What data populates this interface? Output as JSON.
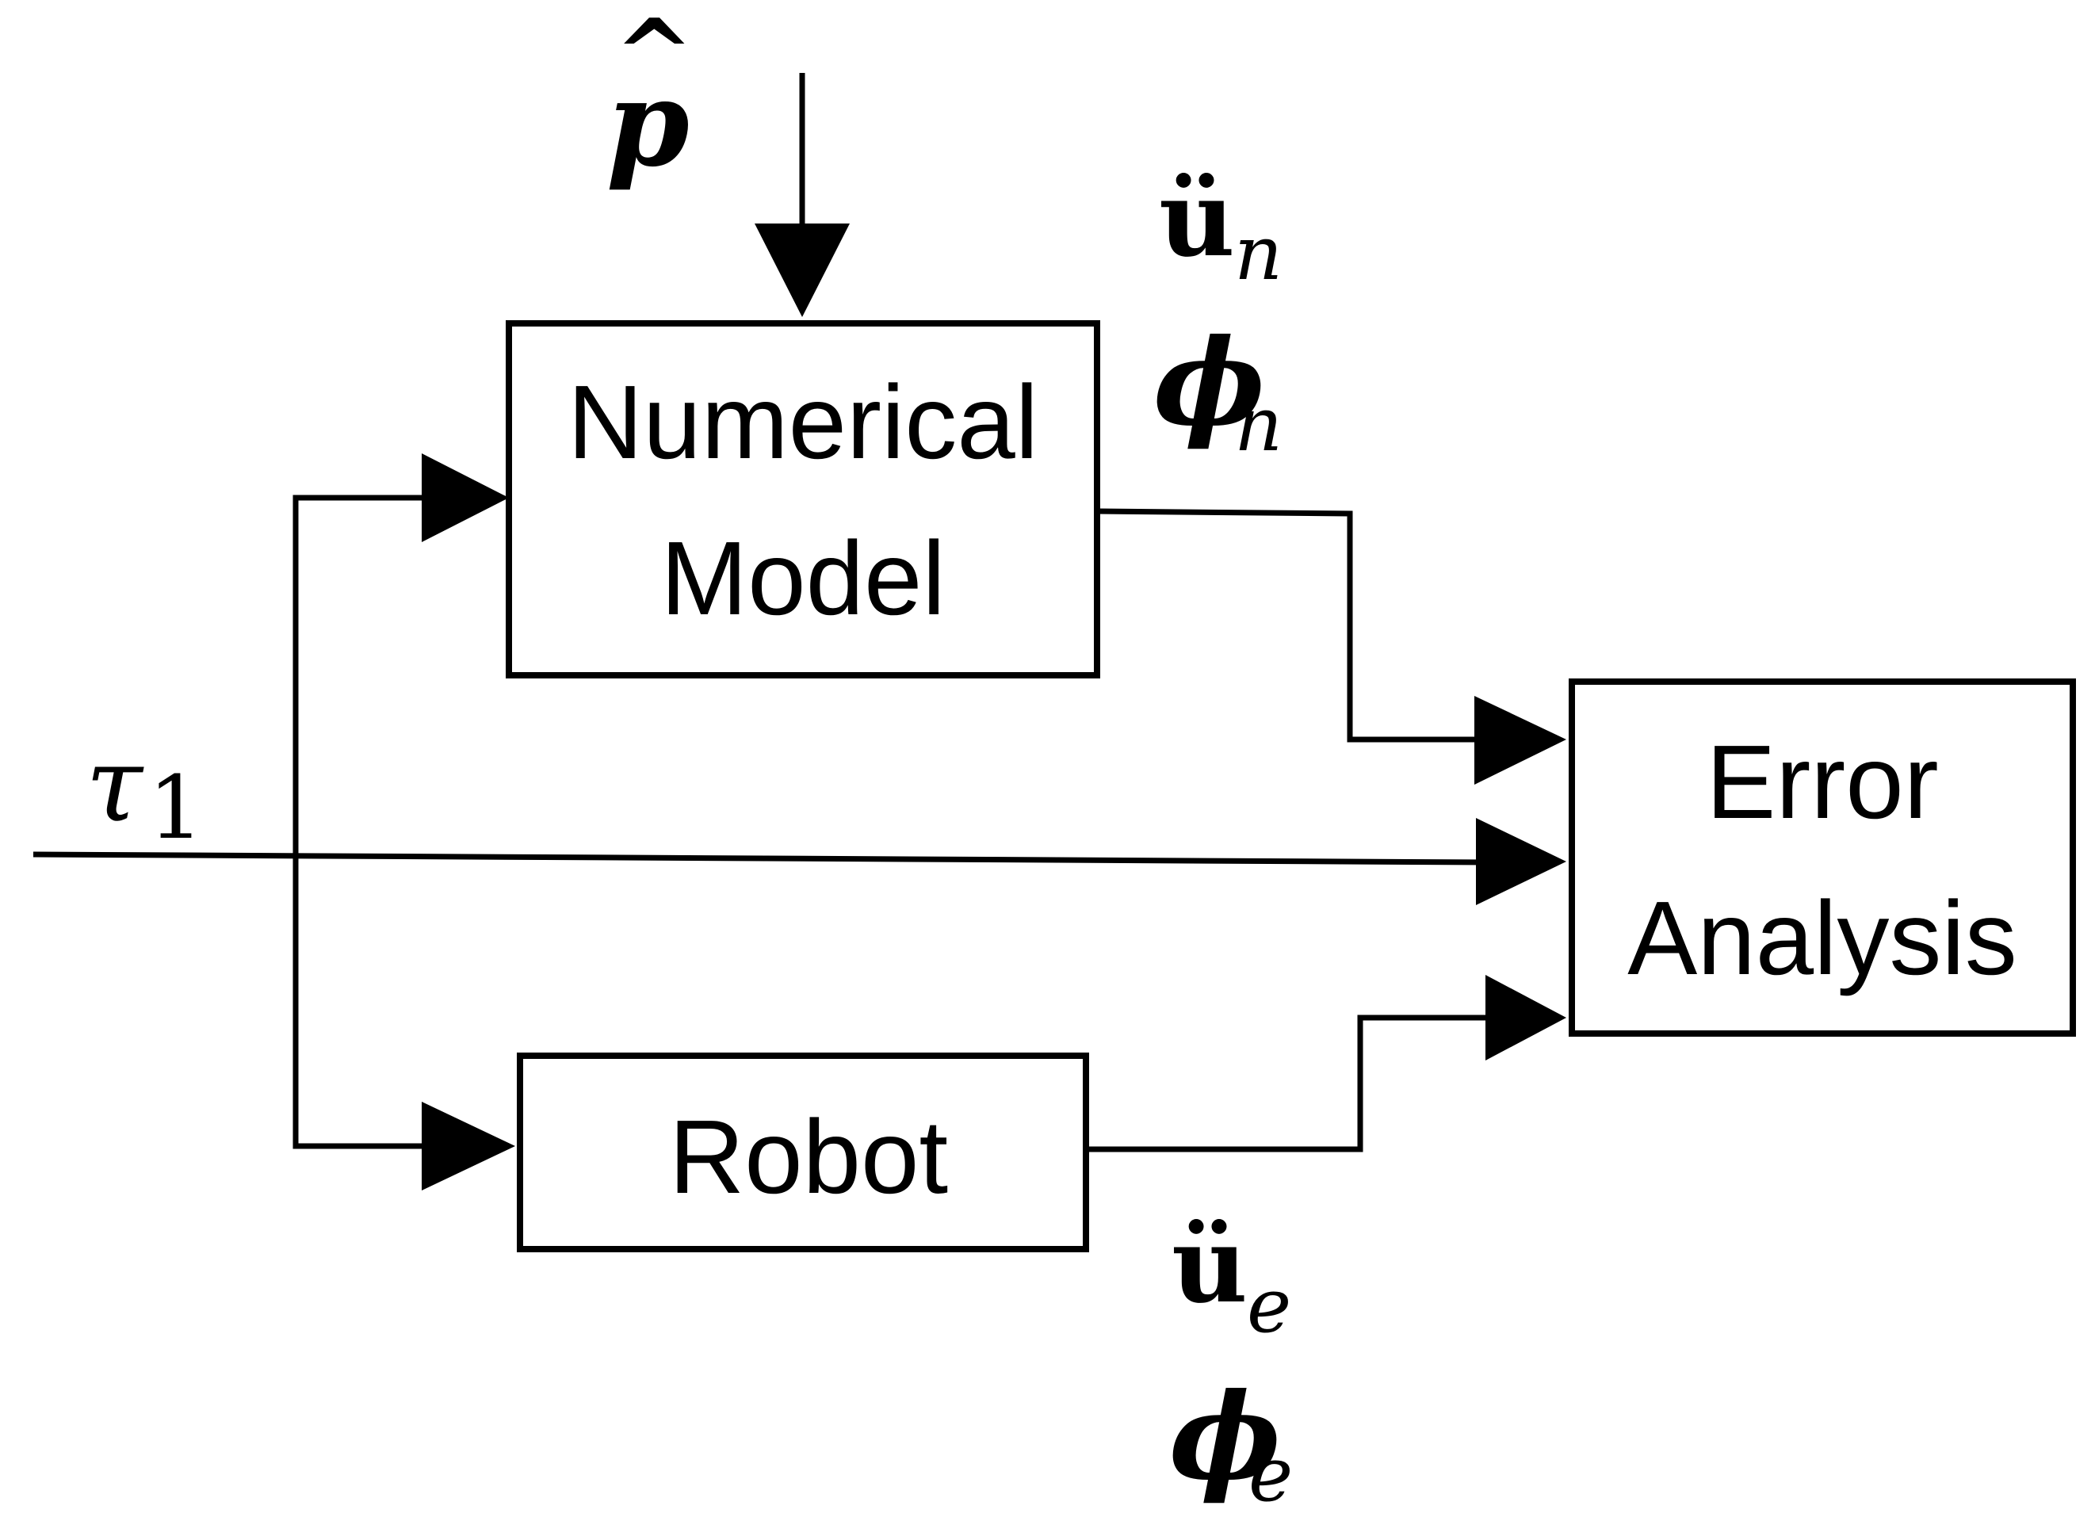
{
  "blocks": {
    "numerical_model": {
      "line1": "Numerical",
      "line2": "Model"
    },
    "robot": {
      "label": "Robot"
    },
    "error_analysis": {
      "line1": "Error",
      "line2": "Analysis"
    }
  },
  "signals": {
    "param": {
      "base": "p",
      "accent": "^"
    },
    "input": {
      "base": "τ",
      "sub": "1"
    },
    "model_outputs": {
      "acc": {
        "base": "ü",
        "sub": "n"
      },
      "angle": {
        "base": "ϕ",
        "sub": "n"
      }
    },
    "robot_outputs": {
      "acc": {
        "base": "ü",
        "sub": "e"
      },
      "angle": {
        "base": "ϕ",
        "sub": "e"
      }
    }
  }
}
